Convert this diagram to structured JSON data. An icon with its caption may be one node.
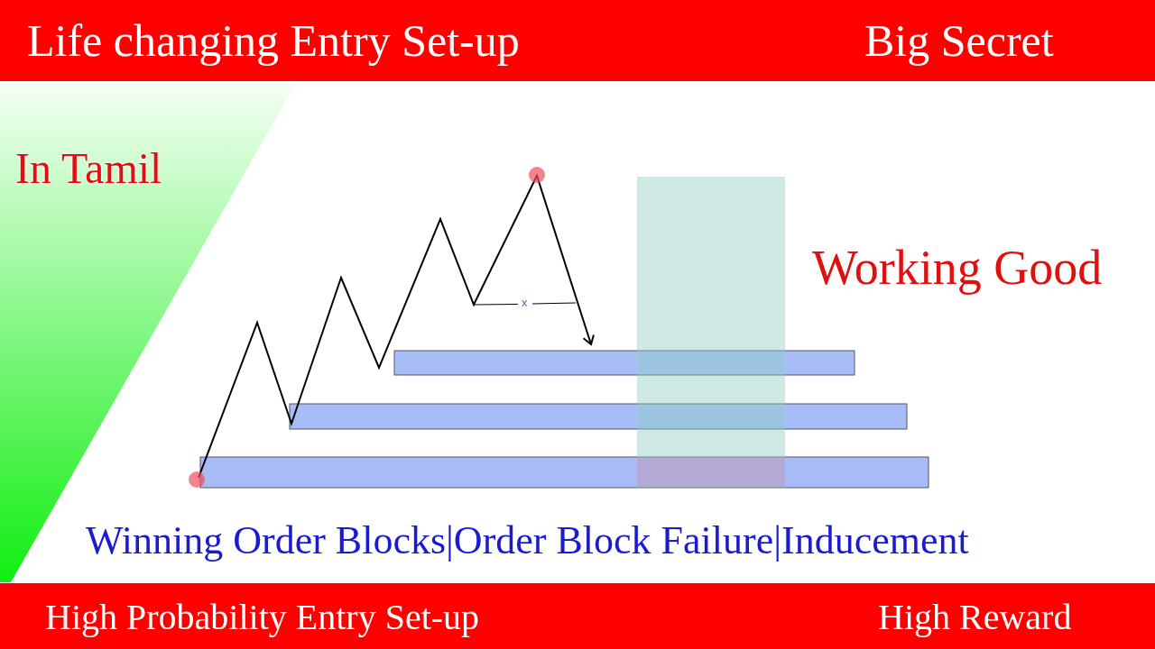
{
  "diagram": {
    "nodes": [
      {
        "text": [
          "Life changing Entry Set-up",
          "Big Secret"
        ]
      },
      {
        "text": [
          "High Probability Entry Set-up",
          "High Reward"
        ]
      }
    ],
    "labels": [
      "In Tamil",
      "x",
      "Working Good",
      "Winning Order Blocks|Order Block Failure|Inducement"
    ]
  }
}
